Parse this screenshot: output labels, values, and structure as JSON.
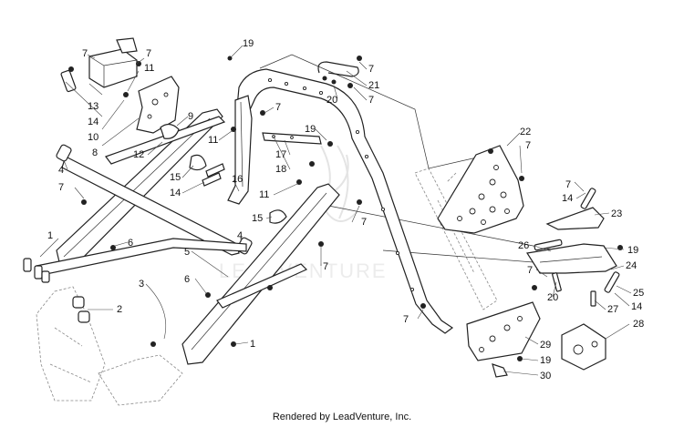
{
  "watermark": {
    "text": "LEADVENTURE"
  },
  "credit": "Rendered by LeadVenture, Inc.",
  "callouts": [
    {
      "id": "c1",
      "label": "7"
    },
    {
      "id": "c2",
      "label": "7"
    },
    {
      "id": "c3",
      "label": "11"
    },
    {
      "id": "c4",
      "label": "13"
    },
    {
      "id": "c5",
      "label": "14"
    },
    {
      "id": "c6",
      "label": "10"
    },
    {
      "id": "c7",
      "label": "8"
    },
    {
      "id": "c8",
      "label": "9"
    },
    {
      "id": "c9",
      "label": "12"
    },
    {
      "id": "c10",
      "label": "19"
    },
    {
      "id": "c11",
      "label": "7"
    },
    {
      "id": "c12",
      "label": "11"
    },
    {
      "id": "c13",
      "label": "15"
    },
    {
      "id": "c14",
      "label": "14"
    },
    {
      "id": "c15",
      "label": "16"
    },
    {
      "id": "c16",
      "label": "17"
    },
    {
      "id": "c17",
      "label": "18"
    },
    {
      "id": "c18",
      "label": "19"
    },
    {
      "id": "c19",
      "label": "7"
    },
    {
      "id": "c20",
      "label": "21"
    },
    {
      "id": "c21",
      "label": "20"
    },
    {
      "id": "c22",
      "label": "7"
    },
    {
      "id": "c23",
      "label": "4"
    },
    {
      "id": "c24",
      "label": "7"
    },
    {
      "id": "c25",
      "label": "11"
    },
    {
      "id": "c26",
      "label": "15"
    },
    {
      "id": "c27",
      "label": "7"
    },
    {
      "id": "c28",
      "label": "1"
    },
    {
      "id": "c29",
      "label": "6"
    },
    {
      "id": "c30",
      "label": "4"
    },
    {
      "id": "c31",
      "label": "5"
    },
    {
      "id": "c32",
      "label": "7"
    },
    {
      "id": "c33",
      "label": "6"
    },
    {
      "id": "c34",
      "label": "3"
    },
    {
      "id": "c35",
      "label": "2"
    },
    {
      "id": "c36",
      "label": "1"
    },
    {
      "id": "c37",
      "label": "22"
    },
    {
      "id": "c38",
      "label": "7"
    },
    {
      "id": "c39",
      "label": "7"
    },
    {
      "id": "c40",
      "label": "14"
    },
    {
      "id": "c41",
      "label": "23"
    },
    {
      "id": "c42",
      "label": "19"
    },
    {
      "id": "c43",
      "label": "26"
    },
    {
      "id": "c44",
      "label": "24"
    },
    {
      "id": "c45",
      "label": "7"
    },
    {
      "id": "c46",
      "label": "20"
    },
    {
      "id": "c47",
      "label": "25"
    },
    {
      "id": "c48",
      "label": "14"
    },
    {
      "id": "c49",
      "label": "27"
    },
    {
      "id": "c50",
      "label": "28"
    },
    {
      "id": "c51",
      "label": "7"
    },
    {
      "id": "c52",
      "label": "29"
    },
    {
      "id": "c53",
      "label": "19"
    },
    {
      "id": "c54",
      "label": "30"
    }
  ]
}
